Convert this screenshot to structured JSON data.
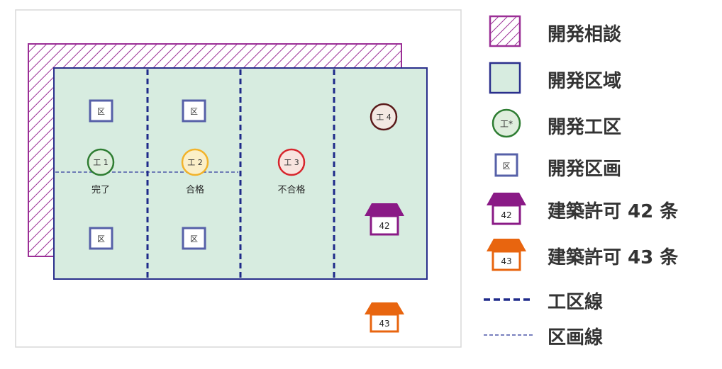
{
  "colors": {
    "consultation": "#9b2f96",
    "area_fill": "#d7ece0",
    "area_border": "#2a2f8c",
    "lot_border": "#5660a8",
    "permit42": "#8a1a86",
    "permit43": "#e8650f",
    "section_line": "#1f2a8a",
    "lot_line": "#4c57a8"
  },
  "map": {
    "lot_marker_text": "区",
    "sections": [
      {
        "marker": "工 1",
        "status": "完了",
        "color": "#2e7d32",
        "fill": "#dfeedd"
      },
      {
        "marker": "工 2",
        "status": "合格",
        "color": "#f2b32b",
        "fill": "#fbefc8"
      },
      {
        "marker": "工 3",
        "status": "不合格",
        "color": "#d7262d",
        "fill": "#f8e4df"
      },
      {
        "marker": "工 4",
        "status": "",
        "color": "#5a1a1a",
        "fill": "#f3e8e2"
      }
    ],
    "permit42_label": "42",
    "permit43_label": "43"
  },
  "legend": {
    "consultation": "開発相談",
    "development_area": "開発区域",
    "development_section": "開発工区",
    "development_lot": "開発区画",
    "permit42": "建築許可 42 条",
    "permit43": "建築許可 43 条",
    "section_line": "工区線",
    "lot_line": "区画線",
    "section_icon_text": "工*",
    "lot_icon_text": "区",
    "permit42_icon_text": "42",
    "permit43_icon_text": "43"
  }
}
